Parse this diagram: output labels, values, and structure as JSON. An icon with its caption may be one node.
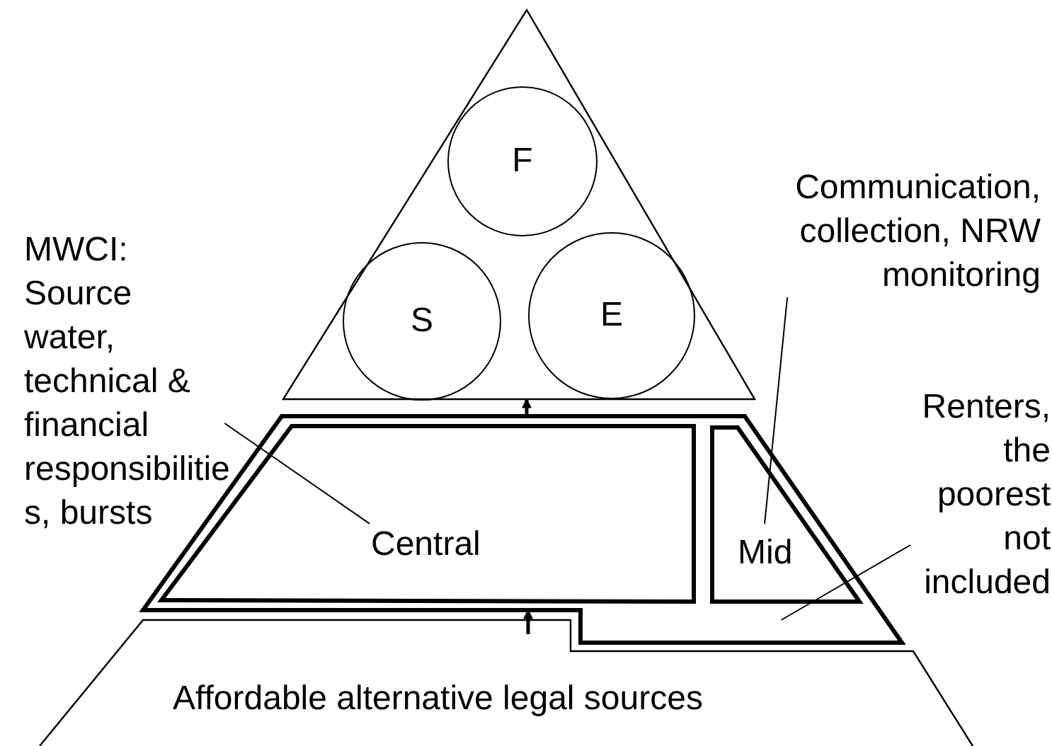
{
  "diagram": {
    "nodes": [
      {
        "text": [],
        "shape": "triangle"
      },
      {
        "text": [
          "F"
        ],
        "in": 0
      },
      {
        "text": [
          "S"
        ],
        "in": 0
      },
      {
        "text": [
          "E"
        ],
        "in": 0
      },
      {
        "text": [],
        "shape": "trapezoid"
      },
      {
        "text": [
          "Central"
        ],
        "in": 4
      },
      {
        "text": [
          "Mid"
        ],
        "in": 4
      },
      {
        "text": [
          "Affordable alternative legal sources"
        ]
      },
      {
        "text": [
          "MWCI: Source water, technical & financial responsibilities, bursts"
        ]
      },
      {
        "text": [
          "Communication, collection, NRW monitoring"
        ]
      },
      {
        "text": [
          "Renters, the poorest not included"
        ]
      }
    ],
    "edges": [
      {
        "from": 4,
        "to": 0,
        "arrow": "to",
        "style": "thick"
      },
      {
        "from": 7,
        "to": 4,
        "arrow": "to",
        "style": "thick"
      },
      {
        "from": 8,
        "to": 5,
        "arrow": "none"
      },
      {
        "from": 9,
        "to": 6,
        "arrow": "none"
      },
      {
        "from": 10,
        "to": 4,
        "arrow": "none"
      }
    ]
  }
}
